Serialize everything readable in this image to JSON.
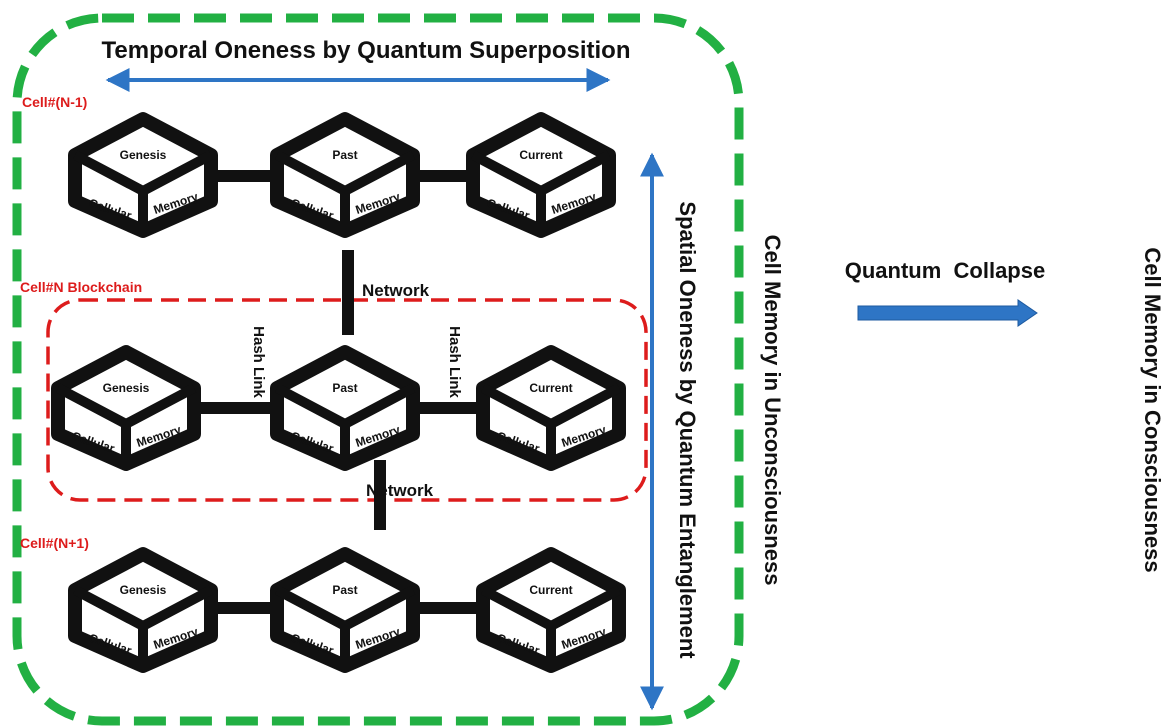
{
  "title_temporal": "Temporal Oneness by Quantum Superposition",
  "title_spatial": "Spatial Oneness by Quantum Entanglement",
  "title_unconscious": "Cell Memory in Unconsciousness",
  "title_conscious": "Cell Memory in Consciousness",
  "collapse_label": "Quantum  Collapse",
  "network_label": "Network",
  "hash_link_label": "Hash Link",
  "rows": [
    {
      "label": "Cell#(N-1)",
      "blocks": [
        "Genesis",
        "Past",
        "Current"
      ]
    },
    {
      "label": "Cell#N Blockchain",
      "blocks": [
        "Genesis",
        "Past",
        "Current"
      ]
    },
    {
      "label": "Cell#(N+1)",
      "blocks": [
        "Genesis",
        "Past",
        "Current"
      ]
    }
  ],
  "face_left": "Cellular",
  "face_right": "Memory",
  "colors": {
    "outer_border": "#22b043",
    "inner_border": "#dd1c1c",
    "row_label": "#dd1c1c",
    "arrow": "#2e75c5",
    "cube": "#111111"
  }
}
